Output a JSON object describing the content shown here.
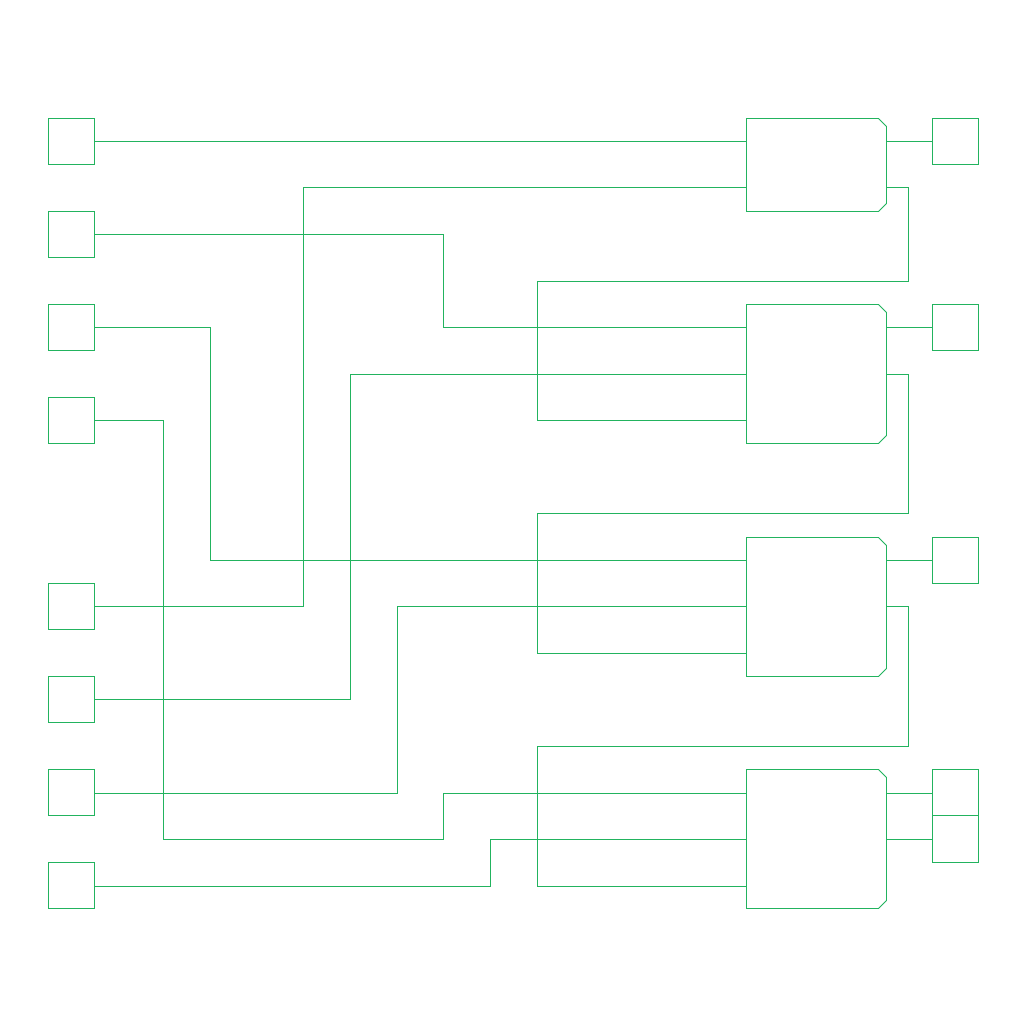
{
  "diagram": {
    "stroke_color": "#22b35e",
    "background_color": "#ffffff",
    "input_pins": [
      {
        "id": "in-1"
      },
      {
        "id": "in-2"
      },
      {
        "id": "in-3"
      },
      {
        "id": "in-4"
      },
      {
        "id": "in-5"
      },
      {
        "id": "in-6"
      },
      {
        "id": "in-7"
      },
      {
        "id": "in-8"
      }
    ],
    "blocks": [
      {
        "id": "block-1"
      },
      {
        "id": "block-2"
      },
      {
        "id": "block-3"
      },
      {
        "id": "block-4"
      }
    ],
    "output_pins": [
      {
        "id": "out-1"
      },
      {
        "id": "out-2"
      },
      {
        "id": "out-3"
      },
      {
        "id": "out-4"
      },
      {
        "id": "out-5"
      }
    ],
    "connections": [
      {
        "from": "in-1",
        "to": "block-1"
      },
      {
        "from": "in-2",
        "to": "block-2"
      },
      {
        "from": "in-3",
        "to": "block-3"
      },
      {
        "from": "in-4",
        "to": "block-4"
      },
      {
        "from": "in-5",
        "to": "block-1"
      },
      {
        "from": "in-6",
        "to": "block-2"
      },
      {
        "from": "in-7",
        "to": "block-3"
      },
      {
        "from": "in-8",
        "to": "block-4"
      },
      {
        "from": "block-1",
        "to": "out-1"
      },
      {
        "from": "block-1",
        "to": "block-2"
      },
      {
        "from": "block-2",
        "to": "out-2"
      },
      {
        "from": "block-2",
        "to": "block-3"
      },
      {
        "from": "block-3",
        "to": "out-3"
      },
      {
        "from": "block-3",
        "to": "block-4"
      },
      {
        "from": "block-4",
        "to": "out-4"
      },
      {
        "from": "block-4",
        "to": "out-5"
      }
    ]
  }
}
